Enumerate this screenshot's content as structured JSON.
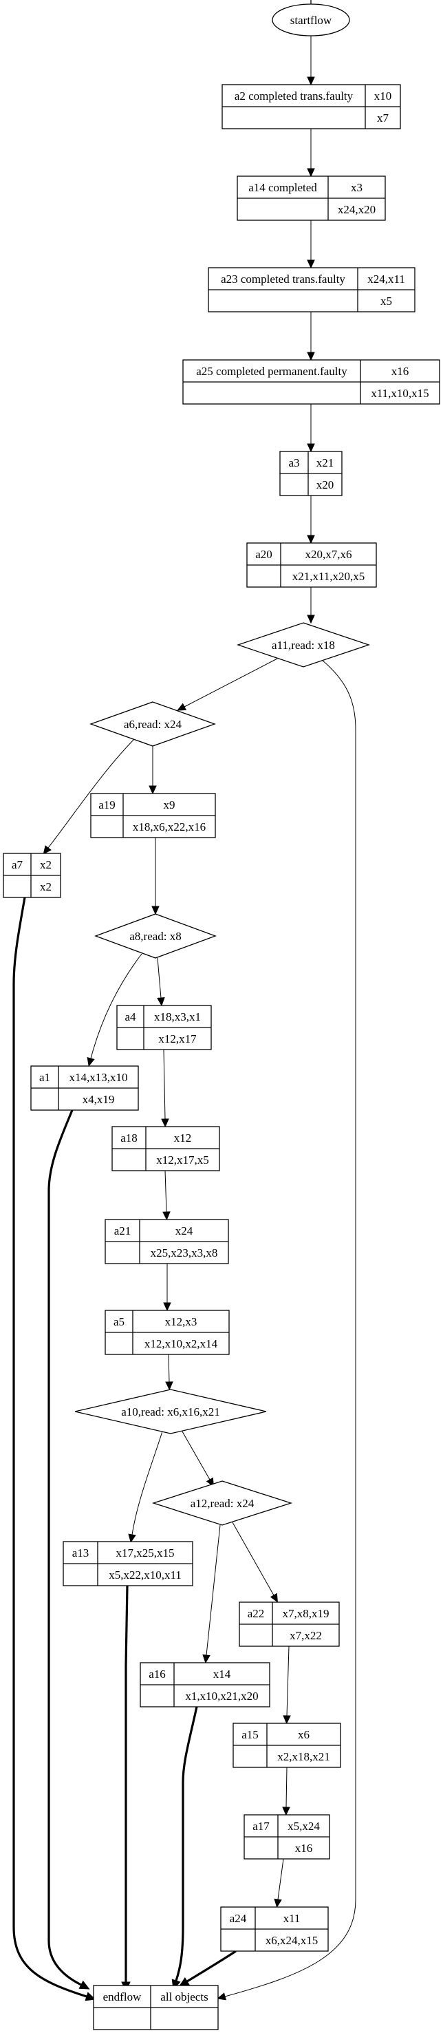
{
  "title": "Workflow fault analysis graph",
  "start": {
    "id": "startflow",
    "label": "startflow"
  },
  "nodes": [
    {
      "id": "a2",
      "type": "record",
      "name": "a2 completed trans.faulty",
      "top": "x10",
      "bottom": "x7"
    },
    {
      "id": "a14",
      "type": "record",
      "name": "a14 completed",
      "top": "x3",
      "bottom": "x24,x20"
    },
    {
      "id": "a23",
      "type": "record",
      "name": "a23 completed trans.faulty",
      "top": "x24,x11",
      "bottom": "x5"
    },
    {
      "id": "a25",
      "type": "record",
      "name": "a25 completed permanent.faulty",
      "top": "x16",
      "bottom": "x11,x10,x15"
    },
    {
      "id": "a3",
      "type": "record",
      "name": "a3",
      "top": "x21",
      "bottom": "x20"
    },
    {
      "id": "a20",
      "type": "record",
      "name": "a20",
      "top": "x20,x7,x6",
      "bottom": "x21,x11,x20,x5"
    },
    {
      "id": "a11",
      "type": "decision",
      "label": "a11,read: x18"
    },
    {
      "id": "a6",
      "type": "decision",
      "label": "a6,read: x24"
    },
    {
      "id": "a19",
      "type": "record",
      "name": "a19",
      "top": "x9",
      "bottom": "x18,x6,x22,x16"
    },
    {
      "id": "a7",
      "type": "record",
      "name": "a7",
      "top": "x2",
      "bottom": "x2"
    },
    {
      "id": "a8",
      "type": "decision",
      "label": "a8,read: x8"
    },
    {
      "id": "a4",
      "type": "record",
      "name": "a4",
      "top": "x18,x3,x1",
      "bottom": "x12,x17"
    },
    {
      "id": "a1",
      "type": "record",
      "name": "a1",
      "top": "x14,x13,x10",
      "bottom": "x4,x19"
    },
    {
      "id": "a18",
      "type": "record",
      "name": "a18",
      "top": "x12",
      "bottom": "x12,x17,x5"
    },
    {
      "id": "a21",
      "type": "record",
      "name": "a21",
      "top": "x24",
      "bottom": "x25,x23,x3,x8"
    },
    {
      "id": "a5",
      "type": "record",
      "name": "a5",
      "top": "x12,x3",
      "bottom": "x12,x10,x2,x14"
    },
    {
      "id": "a10",
      "type": "decision",
      "label": "a10,read: x6,x16,x21"
    },
    {
      "id": "a12",
      "type": "decision",
      "label": "a12,read: x24"
    },
    {
      "id": "a13",
      "type": "record",
      "name": "a13",
      "top": "x17,x25,x15",
      "bottom": "x5,x22,x10,x11"
    },
    {
      "id": "a22",
      "type": "record",
      "name": "a22",
      "top": "x7,x8,x19",
      "bottom": "x7,x22"
    },
    {
      "id": "a16",
      "type": "record",
      "name": "a16",
      "top": "x14",
      "bottom": "x1,x10,x21,x20"
    },
    {
      "id": "a15",
      "type": "record",
      "name": "a15",
      "top": "x6",
      "bottom": "x2,x18,x21"
    },
    {
      "id": "a17",
      "type": "record",
      "name": "a17",
      "top": "x5,x24",
      "bottom": "x16"
    },
    {
      "id": "a24",
      "type": "record",
      "name": "a24",
      "top": "x11",
      "bottom": "x6,x24,x15"
    },
    {
      "id": "endflow",
      "type": "record",
      "name": "endflow",
      "top": "all objects",
      "bottom": ""
    }
  ],
  "edges": [
    {
      "from": "startflow",
      "to": "a2"
    },
    {
      "from": "a2",
      "to": "a14"
    },
    {
      "from": "a14",
      "to": "a23"
    },
    {
      "from": "a23",
      "to": "a25"
    },
    {
      "from": "a25",
      "to": "a3"
    },
    {
      "from": "a3",
      "to": "a20"
    },
    {
      "from": "a20",
      "to": "a11"
    },
    {
      "from": "a11",
      "to": "a6"
    },
    {
      "from": "a11",
      "to": "endflow"
    },
    {
      "from": "a6",
      "to": "a19"
    },
    {
      "from": "a6",
      "to": "a7"
    },
    {
      "from": "a19",
      "to": "a8"
    },
    {
      "from": "a7",
      "to": "endflow",
      "bold": true
    },
    {
      "from": "a8",
      "to": "a4"
    },
    {
      "from": "a8",
      "to": "a1"
    },
    {
      "from": "a4",
      "to": "a18"
    },
    {
      "from": "a1",
      "to": "endflow",
      "bold": true
    },
    {
      "from": "a18",
      "to": "a21"
    },
    {
      "from": "a21",
      "to": "a5"
    },
    {
      "from": "a5",
      "to": "a10"
    },
    {
      "from": "a10",
      "to": "a13"
    },
    {
      "from": "a10",
      "to": "a12"
    },
    {
      "from": "a12",
      "to": "a16"
    },
    {
      "from": "a12",
      "to": "a22"
    },
    {
      "from": "a13",
      "to": "endflow",
      "bold": true
    },
    {
      "from": "a16",
      "to": "endflow",
      "bold": true
    },
    {
      "from": "a22",
      "to": "a15"
    },
    {
      "from": "a15",
      "to": "a17"
    },
    {
      "from": "a17",
      "to": "a24"
    },
    {
      "from": "a24",
      "to": "endflow",
      "bold": true
    }
  ]
}
